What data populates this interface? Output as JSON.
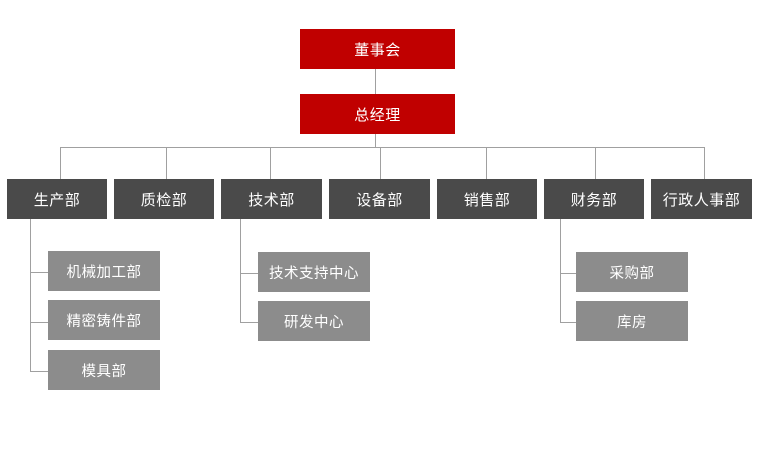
{
  "colors": {
    "top_level": "#c00000",
    "department": "#4a4a4a",
    "sub_unit": "#8c8c8c",
    "connector": "#a0a0a0"
  },
  "board": "董事会",
  "general_manager": "总经理",
  "departments": [
    {
      "name": "生产部",
      "children": [
        "机械加工部",
        "精密铸件部",
        "模具部"
      ]
    },
    {
      "name": "质检部",
      "children": []
    },
    {
      "name": "技术部",
      "children": [
        "技术支持中心",
        "研发中心"
      ]
    },
    {
      "name": "设备部",
      "children": []
    },
    {
      "name": "销售部",
      "children": []
    },
    {
      "name": "财务部",
      "children": [
        "采购部",
        "库房"
      ]
    },
    {
      "name": "行政人事部",
      "children": []
    }
  ]
}
